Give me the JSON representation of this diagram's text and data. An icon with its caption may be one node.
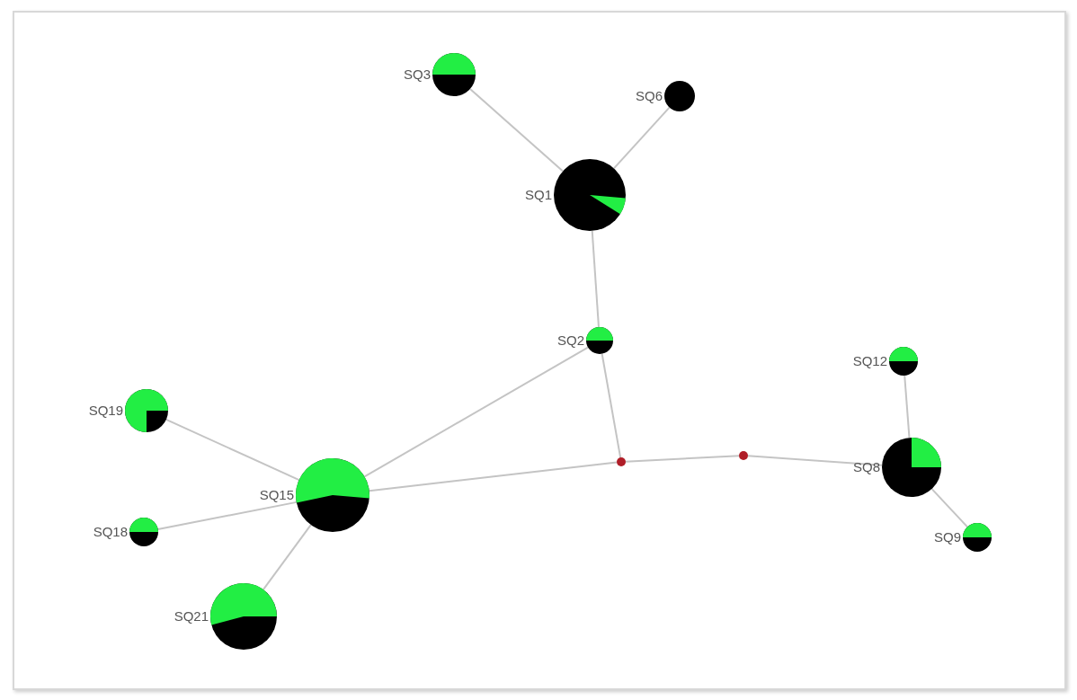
{
  "diagram": {
    "nodes": [
      {
        "text": [
          "SQ3"
        ]
      },
      {
        "text": [
          "SQ6"
        ]
      },
      {
        "text": [
          "SQ1"
        ]
      },
      {
        "text": [
          "SQ2"
        ]
      },
      {
        "text": [
          "SQ12"
        ]
      },
      {
        "text": [
          "SQ19"
        ]
      },
      {
        "text": [],
        "shape": "circle"
      },
      {
        "text": [],
        "shape": "circle"
      },
      {
        "text": [
          "SQ8"
        ]
      },
      {
        "text": [
          "SQ15"
        ]
      },
      {
        "text": [
          "SQ18"
        ]
      },
      {
        "text": [
          "SQ9"
        ]
      },
      {
        "text": [
          "SQ21"
        ]
      }
    ],
    "edges": [
      {
        "from": 0,
        "to": 2,
        "arrow": "none"
      },
      {
        "from": 1,
        "to": 2,
        "arrow": "none"
      },
      {
        "from": 2,
        "to": 3,
        "arrow": "none"
      },
      {
        "from": 3,
        "to": 9,
        "arrow": "none"
      },
      {
        "from": 3,
        "to": 6,
        "arrow": "none"
      },
      {
        "from": 9,
        "to": 6,
        "arrow": "none"
      },
      {
        "from": 6,
        "to": 7,
        "arrow": "none"
      },
      {
        "from": 7,
        "to": 8,
        "arrow": "none"
      },
      {
        "from": 4,
        "to": 8,
        "arrow": "none"
      },
      {
        "from": 8,
        "to": 11,
        "arrow": "none"
      },
      {
        "from": 5,
        "to": 9,
        "arrow": "none"
      },
      {
        "from": 10,
        "to": 9,
        "arrow": "none"
      },
      {
        "from": 9,
        "to": 12,
        "arrow": "none"
      }
    ]
  }
}
